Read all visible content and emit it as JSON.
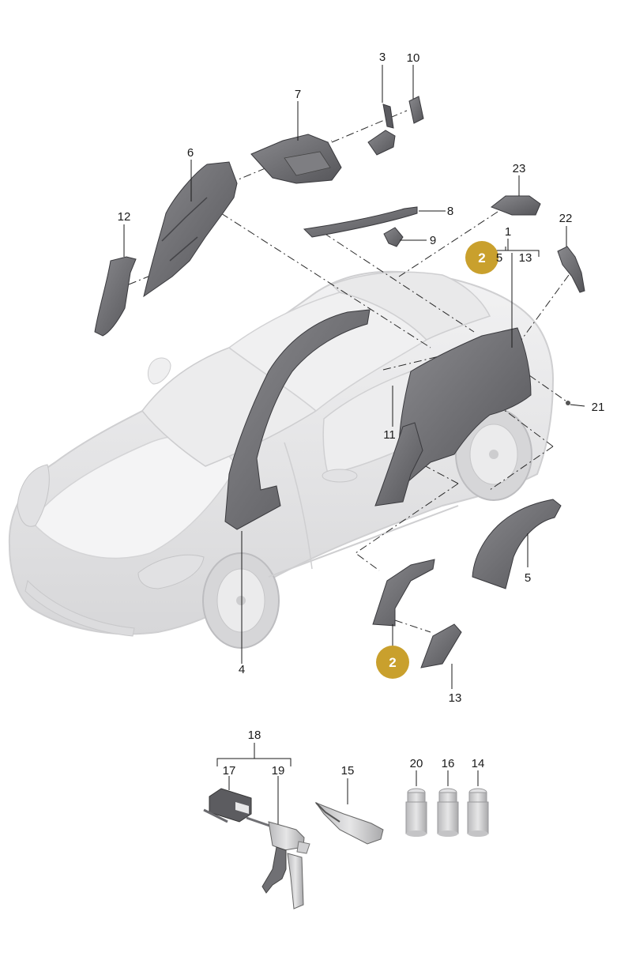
{
  "accent_badge_color": "#c9a02d",
  "part_shade_color": "#6f6f73",
  "car_body_color": "#e9e9ea",
  "labels": {
    "l1": "1",
    "l3": "3",
    "l4": "4",
    "l5a": "5",
    "l5b": "5",
    "l6": "6",
    "l7": "7",
    "l8": "8",
    "l9": "9",
    "l10": "10",
    "l11": "11",
    "l12": "12",
    "l13a": "13",
    "l13b": "13",
    "l14": "14",
    "l15": "15",
    "l16": "16",
    "l17": "17",
    "l18": "18",
    "l19": "19",
    "l20": "20",
    "l21": "21",
    "l22": "22",
    "l23": "23"
  },
  "badges": {
    "top": "2",
    "bottom": "2"
  }
}
